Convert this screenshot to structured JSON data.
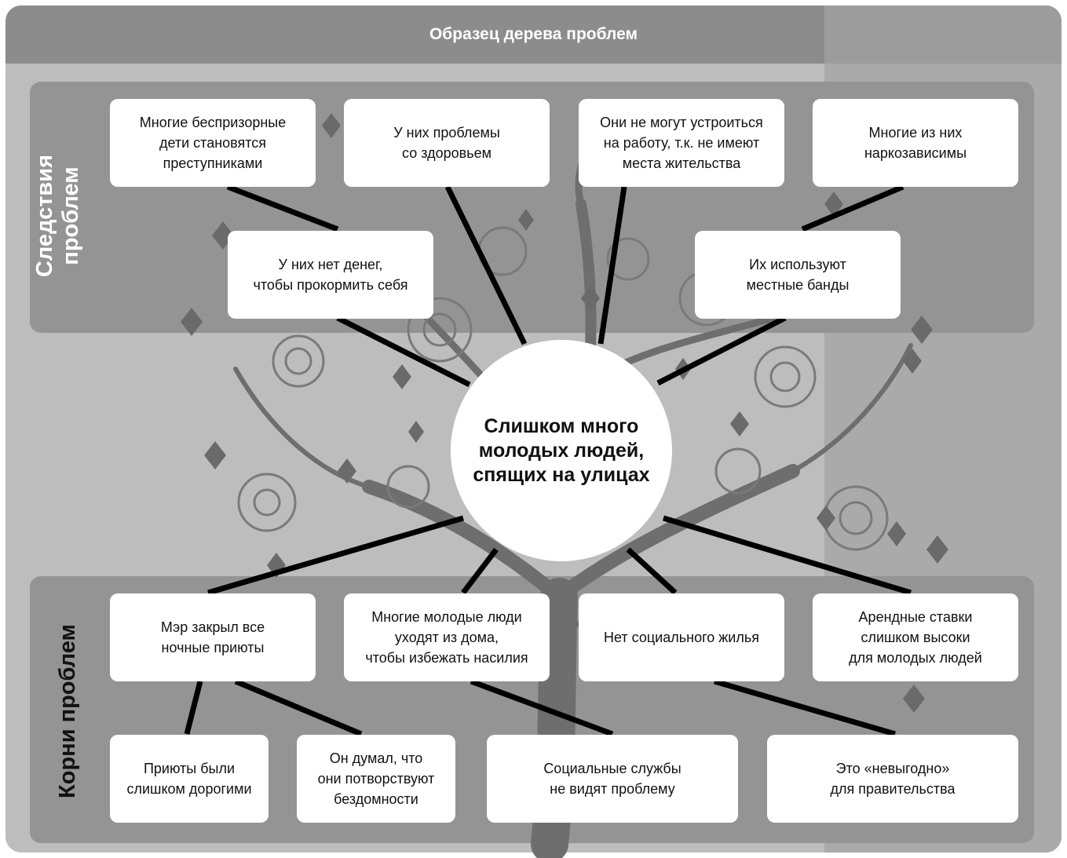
{
  "title": "Образец дерева проблем",
  "sections": {
    "consequences": "Следствия\nпроблем",
    "roots": "Корни проблем"
  },
  "center_problem": "Слишком много\nмолодых людей,\nспящих на улицах",
  "consequences_top": [
    "Многие беспризорные\nдети становятся\nпреступниками",
    "У них проблемы\nсо здоровьем",
    "Они не могут устроиться\nна работу, т.к. не имеют\nместа жительства",
    "Многие из них\nнаркозависимы"
  ],
  "consequences_mid": [
    "У них нет денег,\nчтобы прокормить себя",
    "Их используют\nместные банды"
  ],
  "causes_upper": [
    "Мэр закрыл все\nночные приюты",
    "Многие молодые люди\nуходят из дома,\nчтобы избежать насилия",
    "Нет социального жилья",
    "Арендные ставки\nслишком высоки\nдля  молодых людей"
  ],
  "causes_lower": [
    "Приюты были\nслишком дорогими",
    "Он думал, что\nони потворствуют\nбездомности",
    "Социальные службы\nне видят проблему",
    "Это «невыгодно»\nдля правительства"
  ],
  "colors": {
    "frame": "#bdbdbd",
    "header": "#8c8c8c",
    "panel": "#949494",
    "tree": "#6e6e6e",
    "box": "#ffffff",
    "connector": "#000000"
  }
}
